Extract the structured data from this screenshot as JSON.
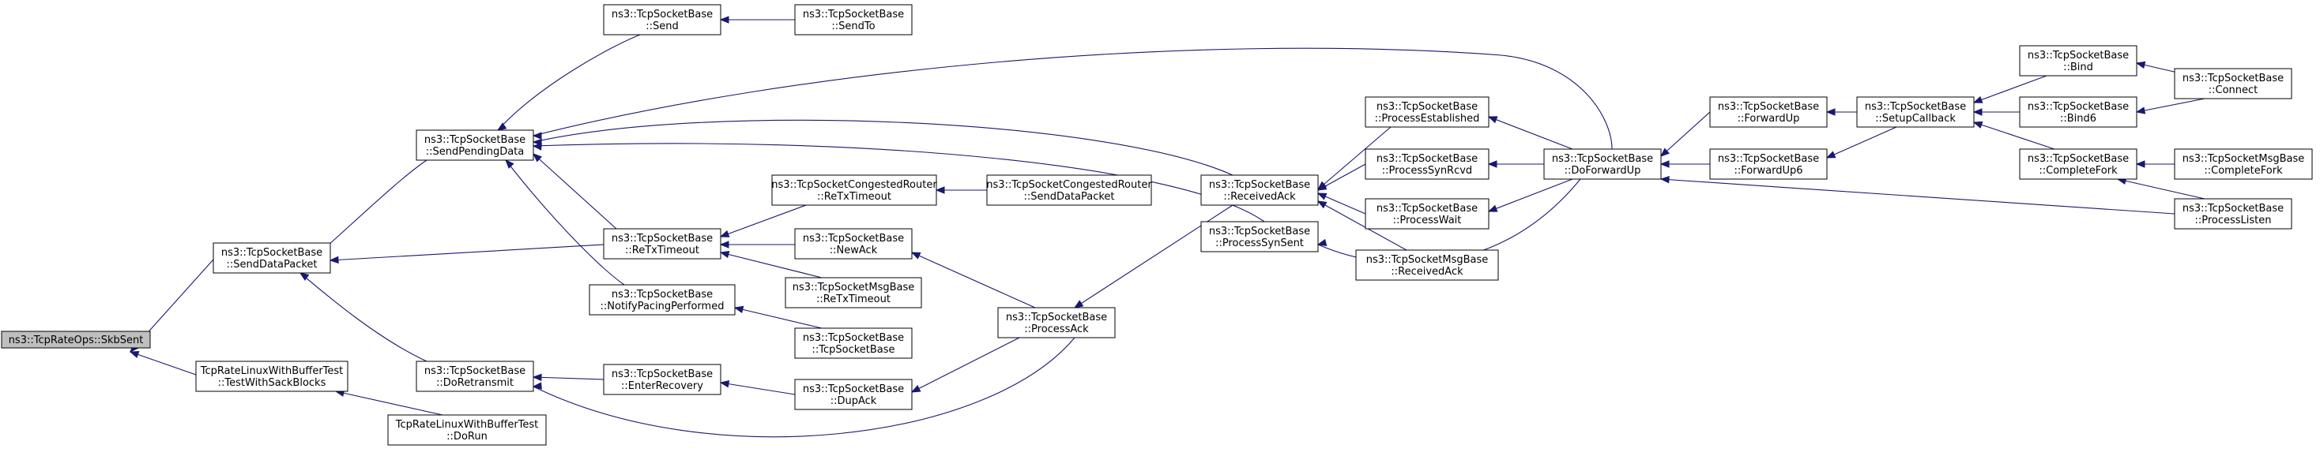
{
  "graph": {
    "colors": {
      "edge": "#191970",
      "node_border": "#000000",
      "root_fill": "#bfbfbf",
      "node_fill": "#ffffff"
    },
    "nodes": {
      "n0": {
        "lines": [
          "ns3::TcpRateOps::SkbSent"
        ]
      },
      "n1": {
        "lines": [
          "ns3::TcpSocketBase",
          "::SendDataPacket"
        ]
      },
      "n2": {
        "lines": [
          "TcpRateLinuxWithBufferTest",
          "::TestWithSackBlocks"
        ]
      },
      "n3": {
        "lines": [
          "ns3::TcpSocketBase",
          "::SendPendingData"
        ]
      },
      "n4": {
        "lines": [
          "ns3::TcpSocketBase",
          "::ReTxTimeout"
        ]
      },
      "n5": {
        "lines": [
          "ns3::TcpSocketBase",
          "::DoRetransmit"
        ]
      },
      "n6": {
        "lines": [
          "TcpRateLinuxWithBufferTest",
          "::DoRun"
        ]
      },
      "n7": {
        "lines": [
          "ns3::TcpSocketBase",
          "::Send"
        ]
      },
      "n8": {
        "lines": [
          "ns3::TcpSocketBase",
          "::SendTo"
        ]
      },
      "n9": {
        "lines": [
          "ns3::TcpSocketBase",
          "::NotifyPacingPerformed"
        ]
      },
      "n10": {
        "lines": [
          "ns3::TcpSocketBase",
          "::EnterRecovery"
        ]
      },
      "n11": {
        "lines": [
          "ns3::TcpSocketCongestedRouter",
          "::ReTxTimeout"
        ]
      },
      "n12": {
        "lines": [
          "ns3::TcpSocketCongestedRouter",
          "::SendDataPacket"
        ]
      },
      "n13": {
        "lines": [
          "ns3::TcpSocketBase",
          "::NewAck"
        ]
      },
      "n14": {
        "lines": [
          "ns3::TcpSocketMsgBase",
          "::ReTxTimeout"
        ]
      },
      "n15": {
        "lines": [
          "ns3::TcpSocketBase",
          "::TcpSocketBase"
        ]
      },
      "n16": {
        "lines": [
          "ns3::TcpSocketBase",
          "::DupAck"
        ]
      },
      "n17": {
        "lines": [
          "ns3::TcpSocketBase",
          "::ProcessAck"
        ]
      },
      "n18": {
        "lines": [
          "ns3::TcpSocketBase",
          "::ReceivedAck"
        ]
      },
      "n19": {
        "lines": [
          "ns3::TcpSocketBase",
          "::ProcessSynSent"
        ]
      },
      "n20": {
        "lines": [
          "ns3::TcpSocketBase",
          "::ProcessEstablished"
        ]
      },
      "n21": {
        "lines": [
          "ns3::TcpSocketBase",
          "::ProcessSynRcvd"
        ]
      },
      "n22": {
        "lines": [
          "ns3::TcpSocketBase",
          "::ProcessWait"
        ]
      },
      "n23": {
        "lines": [
          "ns3::TcpSocketMsgBase",
          "::ReceivedAck"
        ]
      },
      "n24": {
        "lines": [
          "ns3::TcpSocketBase",
          "::DoForwardUp"
        ]
      },
      "n25": {
        "lines": [
          "ns3::TcpSocketBase",
          "::ForwardUp"
        ]
      },
      "n26": {
        "lines": [
          "ns3::TcpSocketBase",
          "::ForwardUp6"
        ]
      },
      "n27": {
        "lines": [
          "ns3::TcpSocketBase",
          "::SetupCallback"
        ]
      },
      "n28": {
        "lines": [
          "ns3::TcpSocketBase",
          "::Bind"
        ]
      },
      "n29": {
        "lines": [
          "ns3::TcpSocketBase",
          "::Bind6"
        ]
      },
      "n30": {
        "lines": [
          "ns3::TcpSocketBase",
          "::CompleteFork"
        ]
      },
      "n31": {
        "lines": [
          "ns3::TcpSocketBase",
          "::Connect"
        ]
      },
      "n32": {
        "lines": [
          "ns3::TcpSocketMsgBase",
          "::CompleteFork"
        ]
      },
      "n33": {
        "lines": [
          "ns3::TcpSocketBase",
          "::ProcessListen"
        ]
      }
    }
  }
}
